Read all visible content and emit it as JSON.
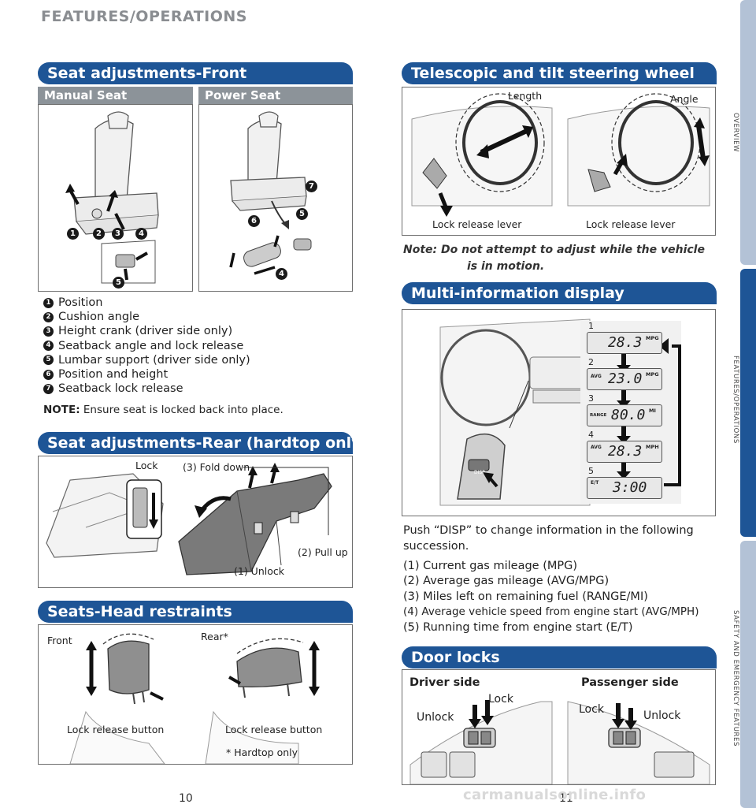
{
  "header": {
    "section_title": "FEATURES/OPERATIONS"
  },
  "seat_front": {
    "title": "Seat adjustments-Front",
    "manual_label": "Manual Seat",
    "power_label": "Power Seat",
    "legend": [
      {
        "num": "1",
        "text": "Position"
      },
      {
        "num": "2",
        "text": "Cushion angle"
      },
      {
        "num": "3",
        "text": "Height crank (driver side only)"
      },
      {
        "num": "4",
        "text": "Seatback angle and lock release"
      },
      {
        "num": "5",
        "text": "Lumbar support (driver side only)"
      },
      {
        "num": "6",
        "text": "Position and height"
      },
      {
        "num": "7",
        "text": "Seatback lock release"
      }
    ],
    "note_label": "NOTE:",
    "note_text": "Ensure seat is locked back into place."
  },
  "seat_rear": {
    "title": "Seat adjustments-Rear (hardtop only)",
    "lock": "Lock",
    "fold_down": "(3) Fold down",
    "pull_up": "(2) Pull up",
    "unlock": "(1) Unlock"
  },
  "head_restraints": {
    "title": "Seats-Head restraints",
    "front": "Front",
    "rear": "Rear*",
    "front_button": "Lock release button",
    "rear_button": "Lock release button",
    "footnote": "* Hardtop only"
  },
  "steering": {
    "title": "Telescopic and tilt steering wheel",
    "length": "Length",
    "angle": "Angle",
    "lever_left": "Lock release lever",
    "lever_right": "Lock release lever",
    "note_line1": "Note: Do not attempt to adjust while the vehicle",
    "note_line2": "is in motion."
  },
  "mid": {
    "title": "Multi-information display",
    "disp_button": "DISP",
    "screens": [
      {
        "num": "1",
        "tag": "",
        "value": "28.3",
        "unit": "MPG"
      },
      {
        "num": "2",
        "tag": "AVG",
        "value": "23.0",
        "unit": "MPG"
      },
      {
        "num": "3",
        "tag": "RANGE",
        "value": "80.0",
        "unit": "MI"
      },
      {
        "num": "4",
        "tag": "AVG",
        "value": "28.3",
        "unit": "MPH"
      },
      {
        "num": "5",
        "tag": "E/T",
        "value": "3:00",
        "unit": ""
      }
    ],
    "intro": "Push “DISP” to change information in the following succession.",
    "items": [
      "(1) Current gas mileage (MPG)",
      "(2) Average gas mileage (AVG/MPG)",
      "(3) Miles left on remaining fuel (RANGE/MI)",
      "(4) Average vehicle speed from engine start (AVG/MPH)",
      "(5) Running time from engine start (E/T)"
    ]
  },
  "door_locks": {
    "title": "Door locks",
    "driver": "Driver side",
    "passenger": "Passenger side",
    "driver_lock": "Lock",
    "driver_unlock": "Unlock",
    "passenger_lock": "Lock",
    "passenger_unlock": "Unlock"
  },
  "pages": {
    "left": "10",
    "right": "11"
  },
  "side_tabs": [
    {
      "label": "OVERVIEW",
      "color": "#b3c2d6"
    },
    {
      "label": "FEATURES/OPERATIONS",
      "color": "#1e5596"
    },
    {
      "label": "SAFETY AND EMERGENCY FEATURES",
      "color": "#b3c2d6"
    }
  ],
  "watermark": "carmanualsonline.info"
}
